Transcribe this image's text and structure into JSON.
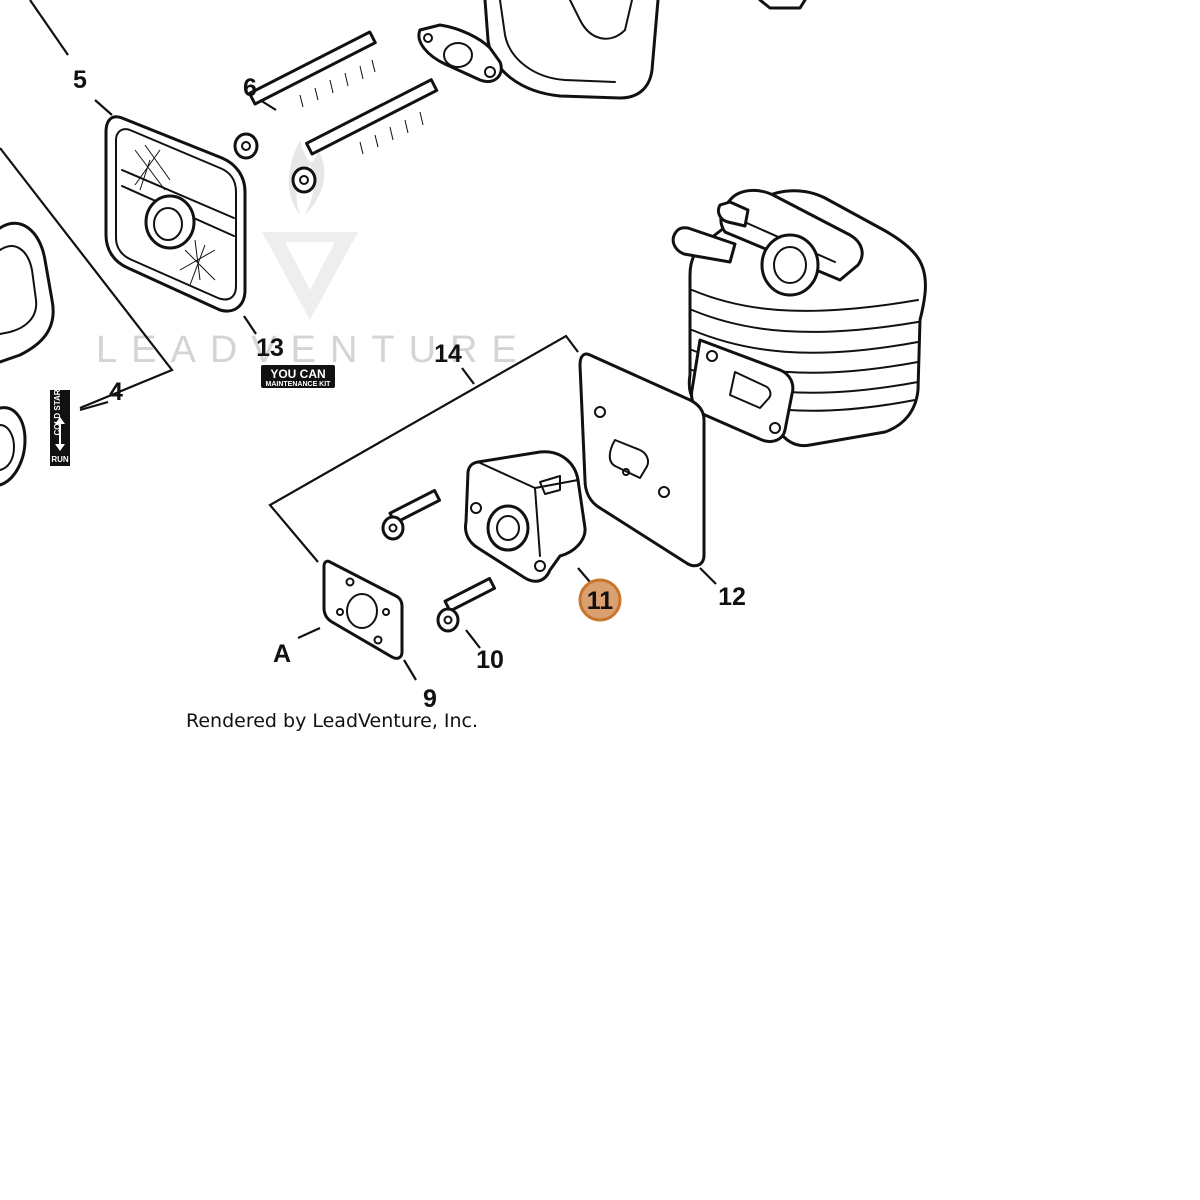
{
  "watermark": {
    "text": "LEADVENTURE"
  },
  "callouts": {
    "c4": "4",
    "c5": "5",
    "c6": "6",
    "c9": "9",
    "c10": "10",
    "c11": "11",
    "c12": "12",
    "c13": "13",
    "c14": "14",
    "cA": "A"
  },
  "highlight_color": "#dba070",
  "highlight_stroke": "#c8762e",
  "badge": {
    "line1": "YOU CAN",
    "line2": "MAINTENANCE KIT"
  },
  "choke_label": {
    "top": "COLD START",
    "bottom": "RUN"
  },
  "caption": "Rendered by LeadVenture, Inc."
}
